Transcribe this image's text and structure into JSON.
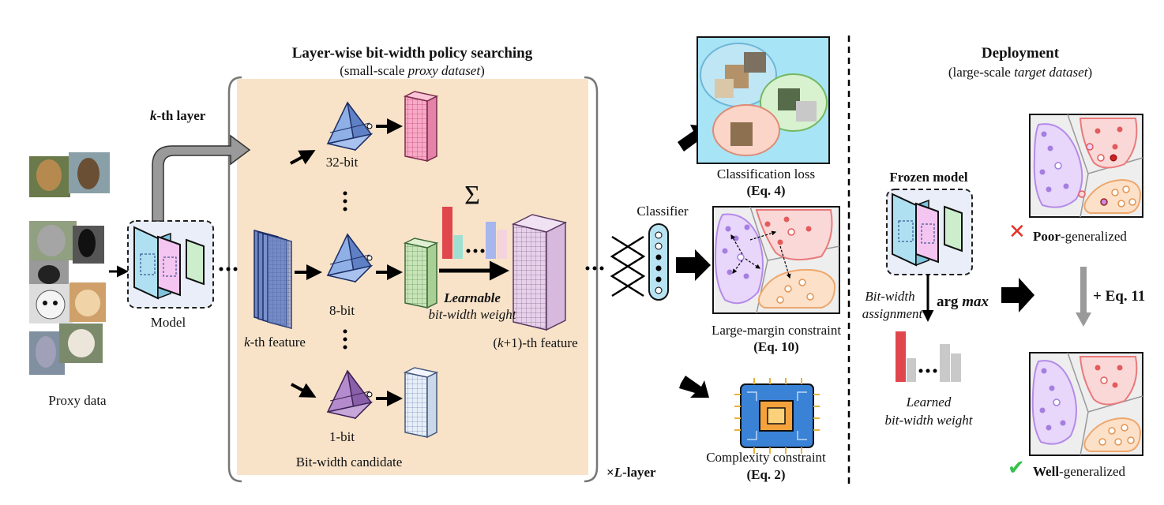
{
  "search": {
    "title": "Layer-wise bit-width policy searching",
    "subtitle_prefix": "(small-scale ",
    "subtitle_italic": "proxy dataset",
    "subtitle_suffix": ")",
    "kth_layer_k": "k",
    "kth_layer_rest": "-th layer",
    "model_label": "Model",
    "proxy_data_label": "Proxy data",
    "candidates": [
      "32-bit",
      "8-bit",
      "1-bit"
    ],
    "candidate_label": "Bit-width candidate",
    "kth_feature_k": "k",
    "kth_feature_rest": "-th feature",
    "next_feature_open": "(",
    "next_feature_k": "k",
    "next_feature_rest": "+1)-th feature",
    "sum_symbol": "Σ",
    "learnable": "Learnable",
    "bitwidth_weight": "bit-width weight",
    "repeat_prefix": "×",
    "repeat_L": "L",
    "repeat_suffix": "-layer",
    "classifier_label": "Classifier",
    "dots": "…"
  },
  "losses": {
    "classification": {
      "label": "Classification loss",
      "eq": "(Eq. 4)"
    },
    "margin": {
      "label": "Large-margin constraint",
      "eq": "(Eq. 10)"
    },
    "complexity": {
      "label": "Complexity constraint",
      "eq": "(Eq. 2)"
    }
  },
  "deployment": {
    "title": "Deployment",
    "subtitle_prefix": "(large-scale ",
    "subtitle_italic": "target dataset",
    "subtitle_suffix": ")",
    "frozen_model": "Frozen model",
    "assignment_line1": "Bit-width",
    "assignment_line2": "assignment",
    "argmax_arg": "arg ",
    "argmax_max": "max",
    "learned_line1": "Learned",
    "learned_line2": "bit-width weight",
    "poor_bold": "Poor",
    "poor_rest": "-generalized",
    "well_bold": "Well",
    "well_rest": "-generalized",
    "plus_eq": "+ Eq. 11",
    "cross_mark": "✕",
    "check_mark": "✔"
  },
  "colors": {
    "search_bg": "#f8e3c9",
    "pink": "#f7c8d4",
    "blue": "#8fa7dc",
    "green": "#cfe6c3",
    "lavender": "#e9d8ec",
    "purple_cluster": "#e8d6fb",
    "red_cluster": "#fbd8d8",
    "orange_cluster": "#fde0c8",
    "red_bar": "#e0474c",
    "teal_bar": "#9fe0d2",
    "mid_blue_bar": "#a8b6ee",
    "pink_bar": "#f5d3dc",
    "grey_bar": "#c9c9c9"
  }
}
